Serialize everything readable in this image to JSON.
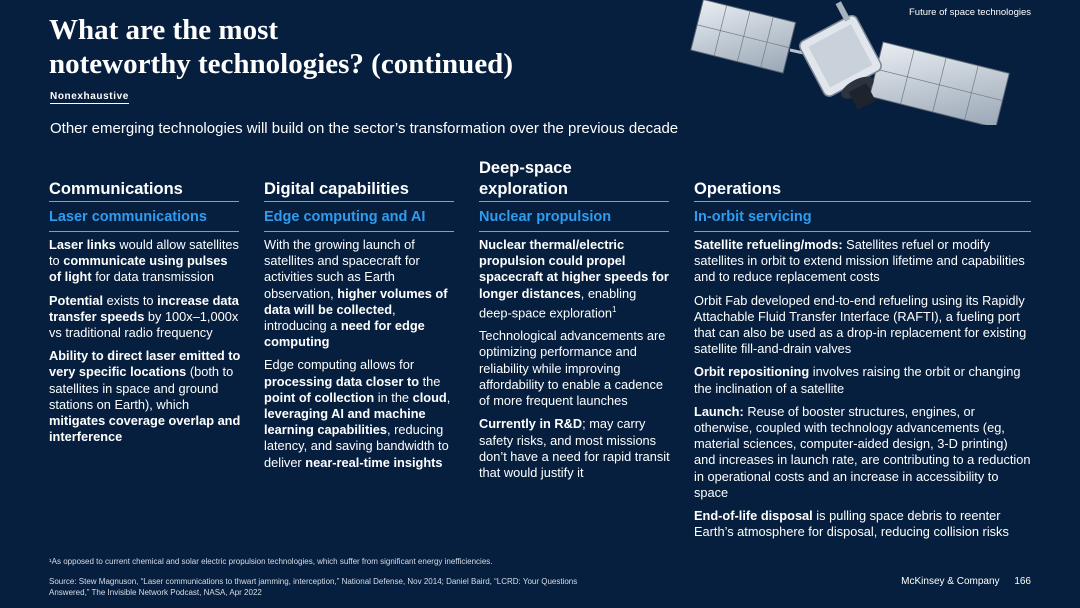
{
  "breadcrumb": "Future of space technologies",
  "title_line1": "What are the most",
  "title_line2": "noteworthy technologies? (continued)",
  "tag": "Nonexhaustive",
  "subtitle": "Other emerging technologies will build on the sector’s transformation over the previous decade",
  "columns": [
    {
      "heading": "Communications",
      "subheading": "Laser communications",
      "paragraphs": [
        [
          {
            "t": "Laser links",
            "b": true
          },
          {
            "t": " would allow satellites to "
          },
          {
            "t": "communicate using pulses of light",
            "b": true
          },
          {
            "t": " for data transmission"
          }
        ],
        [
          {
            "t": "Potential",
            "b": true
          },
          {
            "t": " exists to "
          },
          {
            "t": "increase data transfer speeds",
            "b": true
          },
          {
            "t": " by 100x–1,000x vs traditional radio frequency"
          }
        ],
        [
          {
            "t": "Ability to direct laser emitted to very specific locations",
            "b": true
          },
          {
            "t": " (both to satellites in space and ground stations on Earth), which "
          },
          {
            "t": "mitigates coverage overlap and interference",
            "b": true
          }
        ]
      ]
    },
    {
      "heading": "Digital capabilities",
      "subheading": "Edge computing and AI",
      "paragraphs": [
        [
          {
            "t": "With the growing launch of satellites and spacecraft for activities such as Earth observation, "
          },
          {
            "t": "higher volumes of data will be collected",
            "b": true
          },
          {
            "t": ", introducing a "
          },
          {
            "t": "need for edge computing",
            "b": true
          }
        ],
        [
          {
            "t": "Edge computing allows for "
          },
          {
            "t": "processing data closer to",
            "b": true
          },
          {
            "t": " the "
          },
          {
            "t": "point of collection",
            "b": true
          },
          {
            "t": " in the "
          },
          {
            "t": "cloud",
            "b": true
          },
          {
            "t": ", "
          },
          {
            "t": "leveraging AI and machine learning capabilities",
            "b": true
          },
          {
            "t": ", reducing latency, and saving bandwidth to deliver "
          },
          {
            "t": "near-real-time insights",
            "b": true
          }
        ]
      ]
    },
    {
      "heading": "Deep-space exploration",
      "subheading": "Nuclear propulsion",
      "paragraphs": [
        [
          {
            "t": "Nuclear thermal/electric propulsion could propel spacecraft at higher speeds for longer distances",
            "b": true
          },
          {
            "t": ", enabling deep-space exploration"
          },
          {
            "t": "1",
            "sup": true
          }
        ],
        [
          {
            "t": "Technological advancements are optimizing performance and reliability while improving affordability to enable a cadence of more frequent launches"
          }
        ],
        [
          {
            "t": "Currently in R&D",
            "b": true
          },
          {
            "t": "; may carry safety risks, and most missions don’t have a need for rapid transit that would justify it"
          }
        ]
      ]
    },
    {
      "heading": "Operations",
      "subheading": "In-orbit servicing",
      "paragraphs": [
        [
          {
            "t": "Satellite refueling/mods:",
            "b": true
          },
          {
            "t": " Satellites refuel or modify satellites in orbit to extend mission lifetime and capabilities and to reduce replacement costs"
          }
        ],
        [
          {
            "t": "Orbit Fab developed end-to-end refueling using its Rapidly Attachable Fluid Transfer Interface (RAFTI), a fueling port that can also be used as a drop-in replacement for existing satellite fill-and-drain valves"
          }
        ],
        [
          {
            "t": "Orbit repositioning",
            "b": true
          },
          {
            "t": " involves raising the orbit or changing the inclination of a satellite"
          }
        ],
        [
          {
            "t": "Launch:",
            "b": true
          },
          {
            "t": " Reuse of booster structures, engines, or otherwise, coupled with technology advancements (eg, material sciences, computer-aided design, 3-D printing) and increases in launch rate, are contributing to a reduction in operational costs and an increase in accessibility to space"
          }
        ],
        [
          {
            "t": "End-of-life disposal",
            "b": true
          },
          {
            "t": " is pulling space debris to reenter Earth’s atmosphere for disposal, reducing collision risks"
          }
        ]
      ]
    }
  ],
  "footnote": "¹As opposed to current chemical and solar electric propulsion technologies, which suffer from significant energy inefficiencies.",
  "source_line1": "Source: Stew Magnuson, “Laser communications to thwart jamming, interception,” National Defense, Nov 2014; Daniel Baird, “LCRD: Your Questions",
  "source_line2": "Answered,” The Invisible Network Podcast, NASA, Apr 2022",
  "brand": "McKinsey & Company",
  "page_number": "166",
  "colors": {
    "background": "#061f3e",
    "accent": "#2f9cf0",
    "rule": "#8a9bb2"
  },
  "illustration": "satellite-icon"
}
